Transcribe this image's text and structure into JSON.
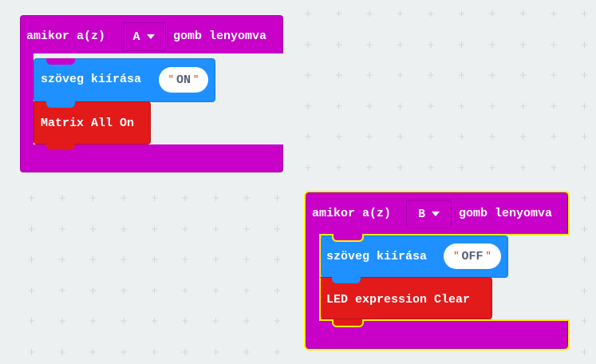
{
  "blocks": [
    {
      "event": {
        "prefix": "amikor a(z)",
        "button": "A",
        "suffix": "gomb lenyomva"
      },
      "show_string": {
        "label": "szöveg kiírása",
        "value": "ON"
      },
      "action": {
        "label": "Matrix All On"
      }
    },
    {
      "event": {
        "prefix": "amikor a(z)",
        "button": "B",
        "suffix": "gomb lenyomva"
      },
      "show_string": {
        "label": "szöveg kiírása",
        "value": "OFF"
      },
      "action": {
        "label": "LED expression Clear"
      }
    }
  ],
  "quote": "\"",
  "colors": {
    "event": "#c800c8",
    "basic": "#1e90ff",
    "action": "#e21a1a",
    "selected": "#fff200",
    "workspace": "#ecf0f1"
  }
}
